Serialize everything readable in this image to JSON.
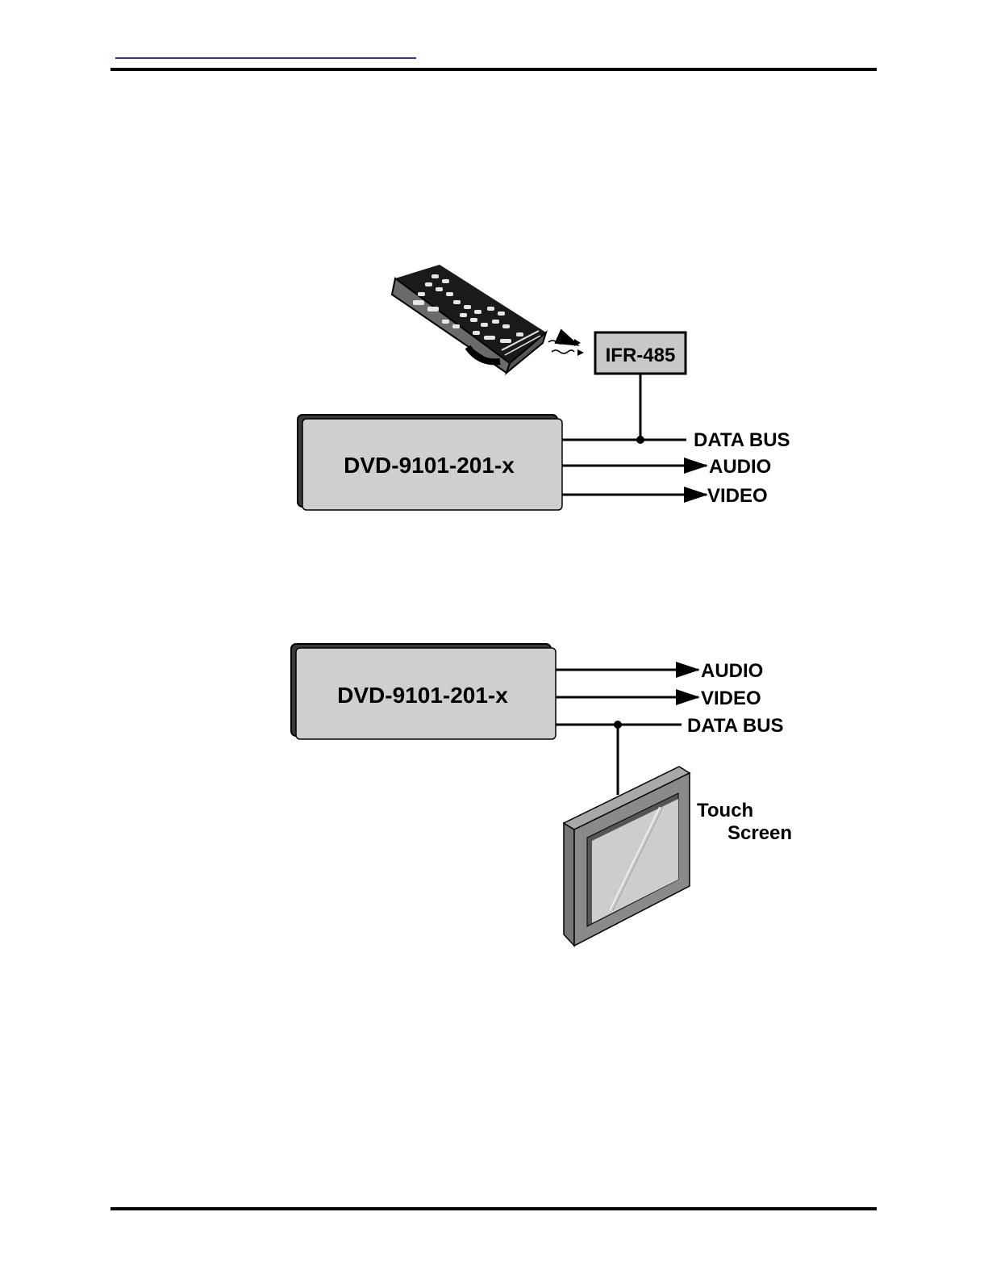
{
  "diagram_1": {
    "receiver_label": "IFR-485",
    "device_label": "DVD-9101-201-x",
    "data_bus_label": "DATA BUS",
    "audio_label": "AUDIO",
    "video_label": "VIDEO"
  },
  "diagram_2": {
    "device_label": "DVD-9101-201-x",
    "audio_label": "AUDIO",
    "video_label": "VIDEO",
    "data_bus_label": "DATA BUS",
    "touch_label_line1": "Touch",
    "touch_label_line2": "Screen"
  },
  "colors": {
    "device_fill": "#cfcfcf",
    "device_shadow": "#3a3a3a",
    "receiver_fill": "#c8c8c8",
    "frame_gray": "#8a8a8a",
    "screen_gray": "#cdcdcd",
    "link_blue": "#2a2ad8"
  }
}
